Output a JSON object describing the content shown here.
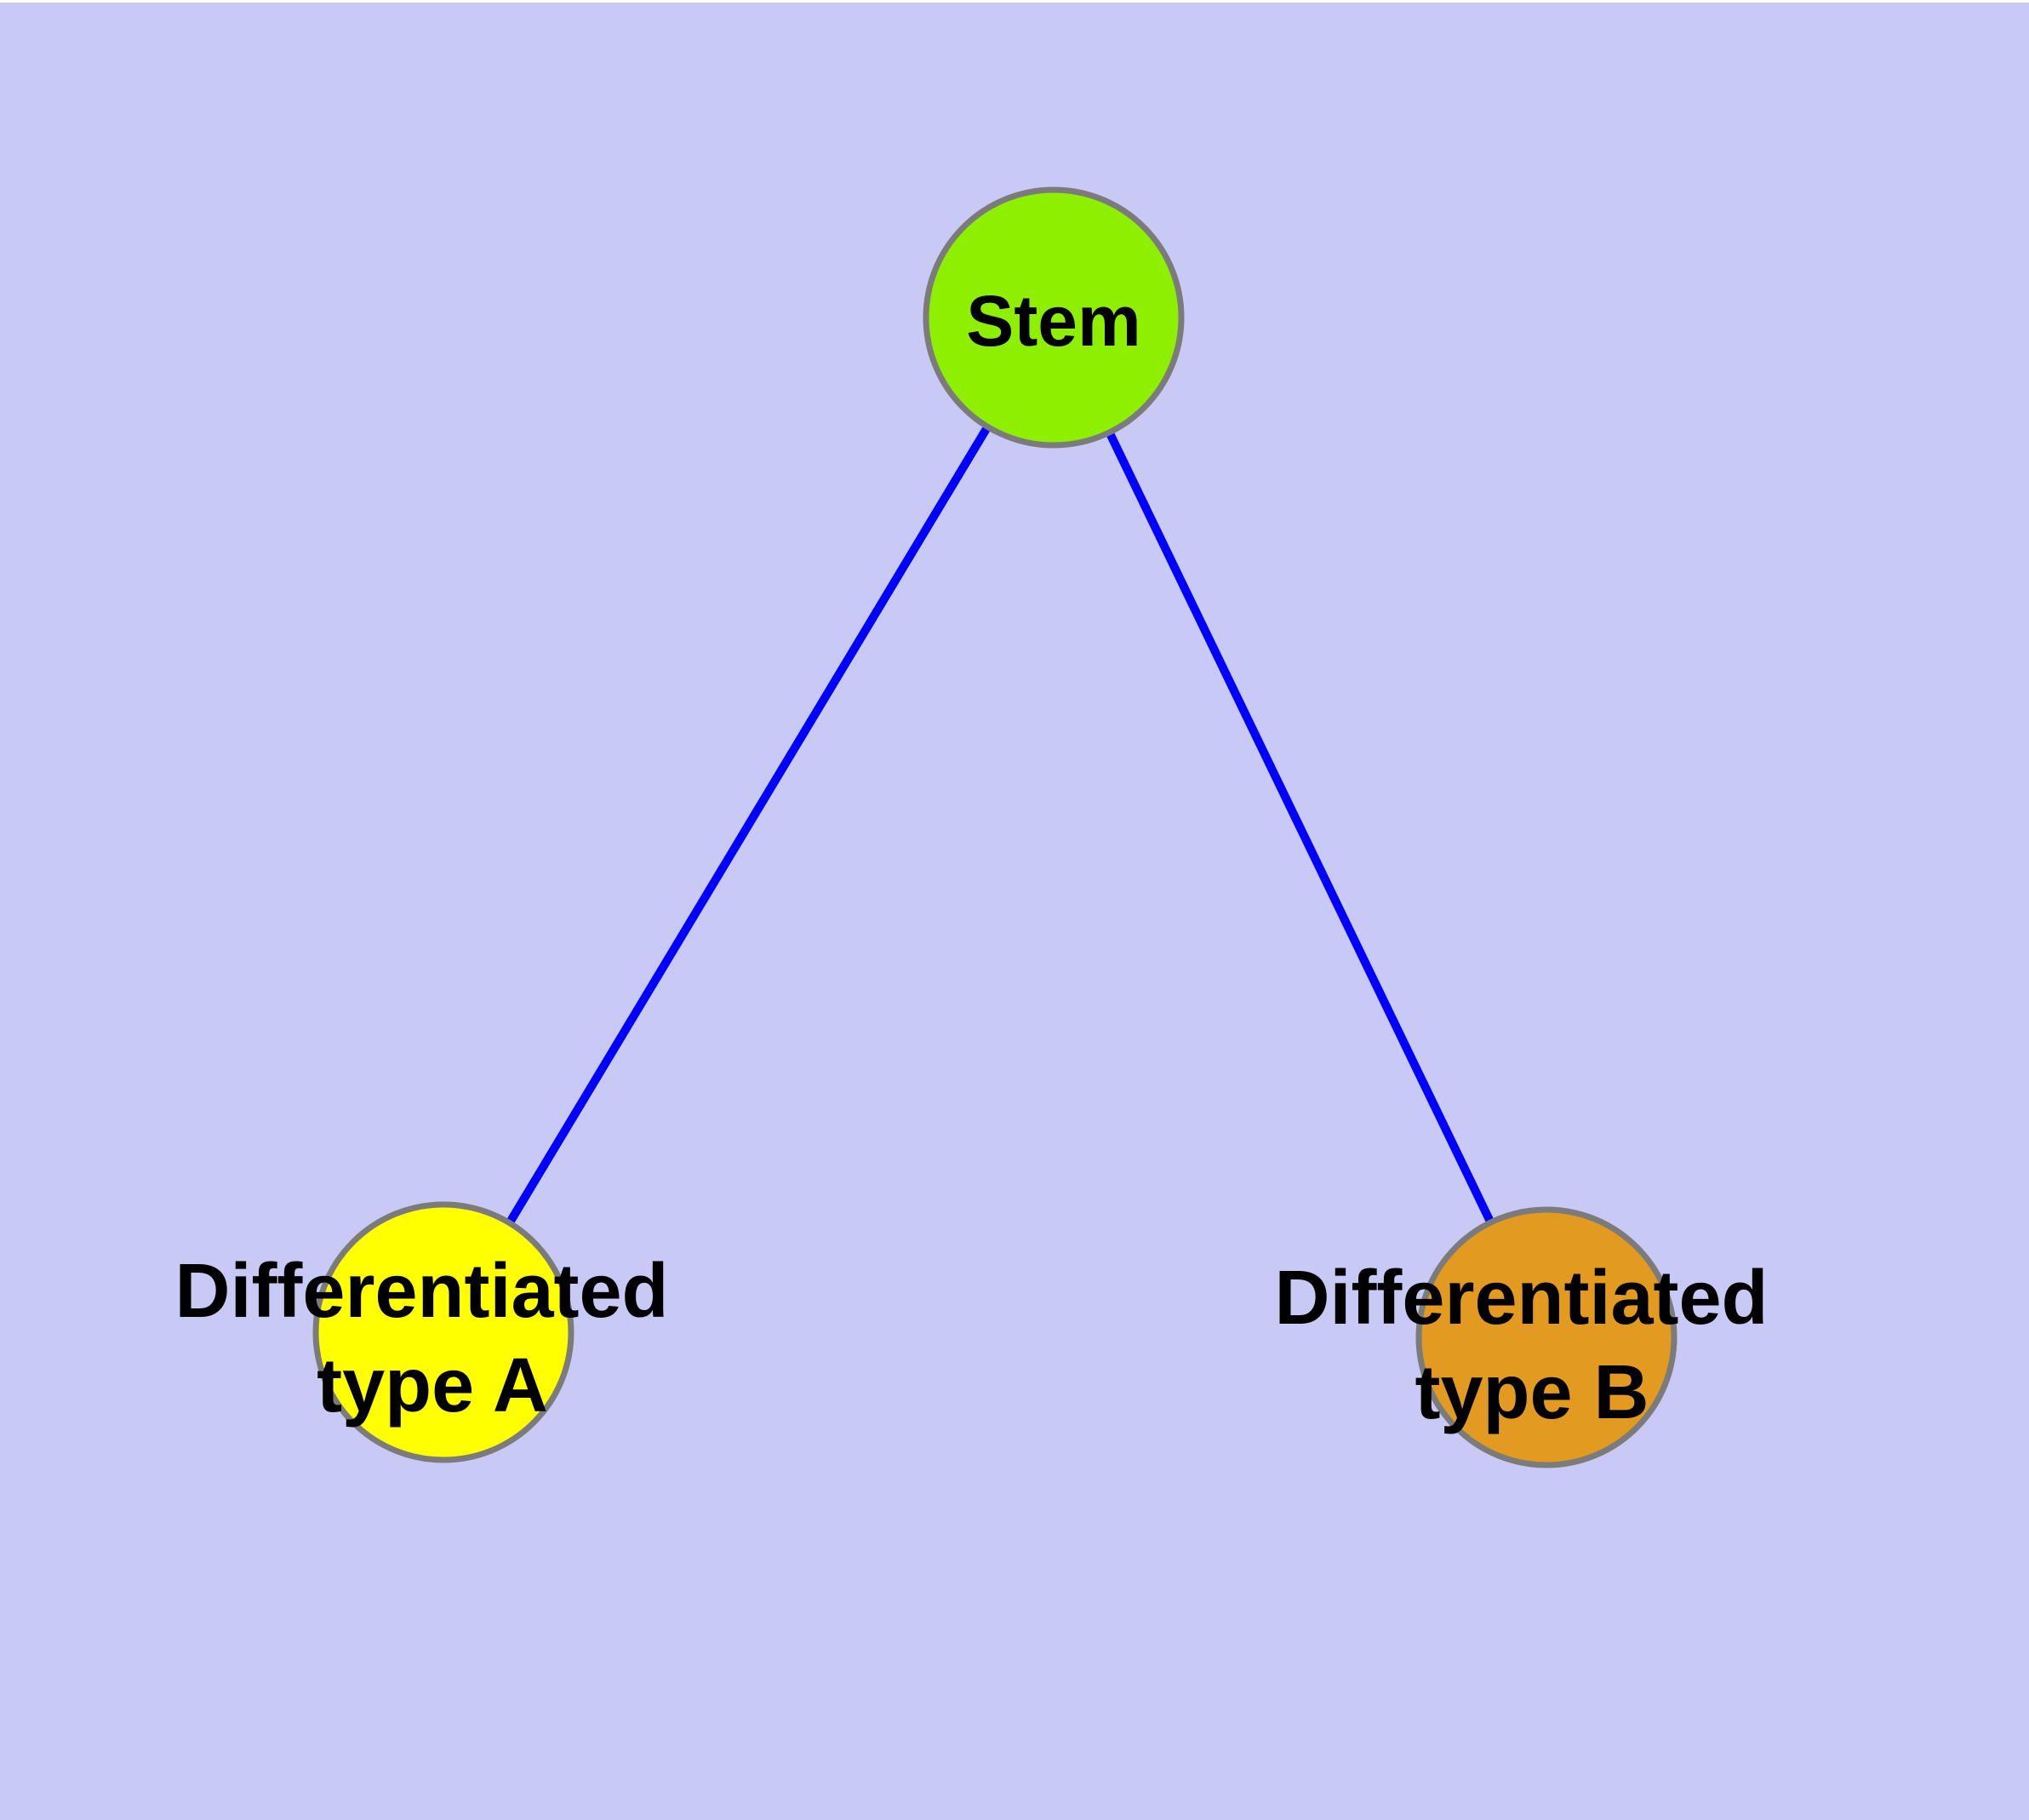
{
  "figure": {
    "type": "node-link-diagram",
    "background_color": "#c9c9f6",
    "margin_color": "#ffffff",
    "edge_color": "#0000ff",
    "node_border_color": "#7b7b7b",
    "label_color": "#000000",
    "nodes": {
      "stem": {
        "label": "Stem",
        "fill": "#8ef000"
      },
      "type_a": {
        "label_line1": "Differentiated",
        "label_line2": "type A",
        "fill": "#ffff00"
      },
      "type_b": {
        "label_line1": "Differentiated",
        "label_line2": "type B",
        "fill": "#e29b20"
      }
    },
    "edges": [
      {
        "from": "stem",
        "to": "type_a"
      },
      {
        "from": "stem",
        "to": "type_b"
      }
    ]
  }
}
